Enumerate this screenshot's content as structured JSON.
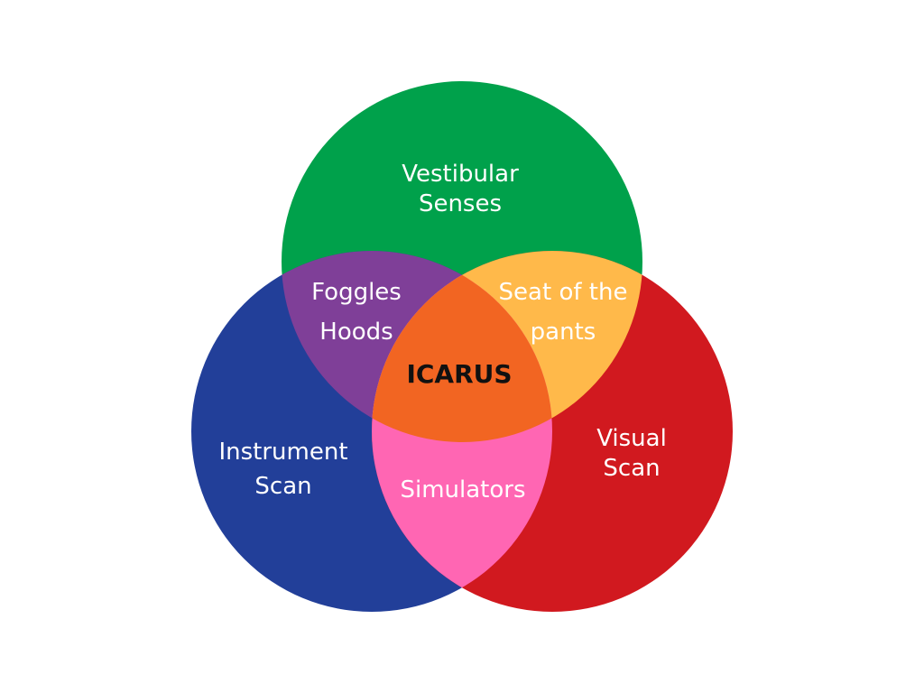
{
  "diagram": {
    "type": "venn-3",
    "sets": {
      "top": {
        "label_lines": [
          "Vestibular",
          "Senses"
        ],
        "color": "#00A14B"
      },
      "left": {
        "label_lines": [
          "Instrument",
          "Scan"
        ],
        "color": "#223F99"
      },
      "right": {
        "label_lines": [
          "Visual",
          "Scan"
        ],
        "color": "#D1191F"
      }
    },
    "intersections": {
      "top_left": {
        "label_lines": [
          "Foggles",
          "Hoods"
        ],
        "color": "#7F3F98"
      },
      "top_right": {
        "label_lines": [
          "Seat of the",
          "pants"
        ],
        "color": "#FFB94A"
      },
      "left_right": {
        "label_lines": [
          "Simulators"
        ],
        "color": "#FF66B3"
      },
      "center": {
        "label_lines": [
          "ICARUS"
        ],
        "color": "#F26522"
      }
    }
  }
}
